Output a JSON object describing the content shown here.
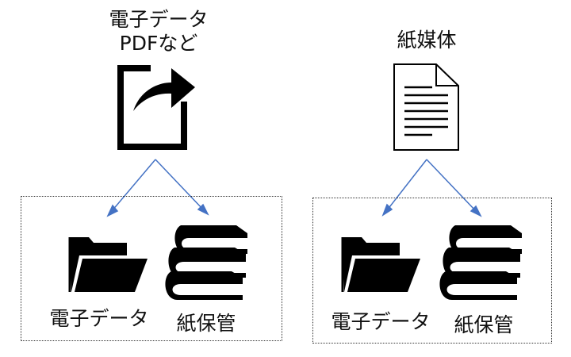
{
  "left": {
    "source_label_line1": "電子データ",
    "source_label_line2": "PDFなど",
    "source_icon": "share-arrow-document-icon",
    "targets": [
      {
        "icon": "folder-icon",
        "label": "電子データ"
      },
      {
        "icon": "books-icon",
        "label": "紙保管"
      }
    ]
  },
  "right": {
    "source_label": "紙媒体",
    "source_icon": "paper-document-icon",
    "targets": [
      {
        "icon": "folder-icon",
        "label": "電子データ"
      },
      {
        "icon": "books-icon",
        "label": "紙保管"
      }
    ]
  },
  "colors": {
    "arrow": "#4472c4",
    "icon": "#000000",
    "box_border": "#333333"
  }
}
